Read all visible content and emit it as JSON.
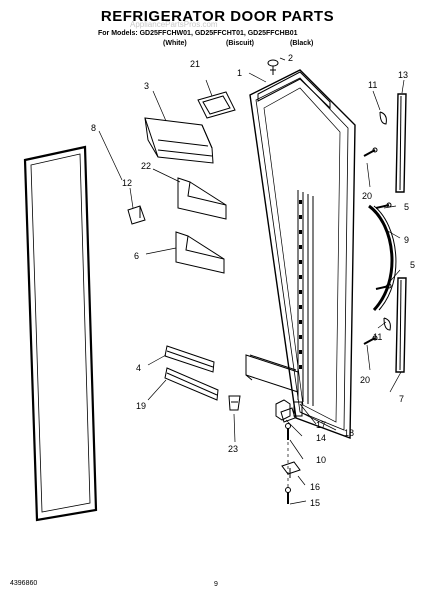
{
  "header": {
    "title": "REFRIGERATOR DOOR PARTS",
    "models": "For Models: GD25FFCHW01, GD25FFCHT01, GD25FFCHB01",
    "colors": [
      "(White)",
      "(Biscuit)",
      "(Black)"
    ],
    "watermark": "AppliancePartsPros.com"
  },
  "footer": {
    "doc_number": "4396860",
    "page_number": "9"
  },
  "callouts": [
    "1",
    "2",
    "3",
    "4",
    "5",
    "5",
    "6",
    "7",
    "8",
    "9",
    "10",
    "11",
    "11",
    "12",
    "13",
    "14",
    "15",
    "16",
    "17",
    "18",
    "19",
    "20",
    "20",
    "21",
    "22",
    "23"
  ]
}
